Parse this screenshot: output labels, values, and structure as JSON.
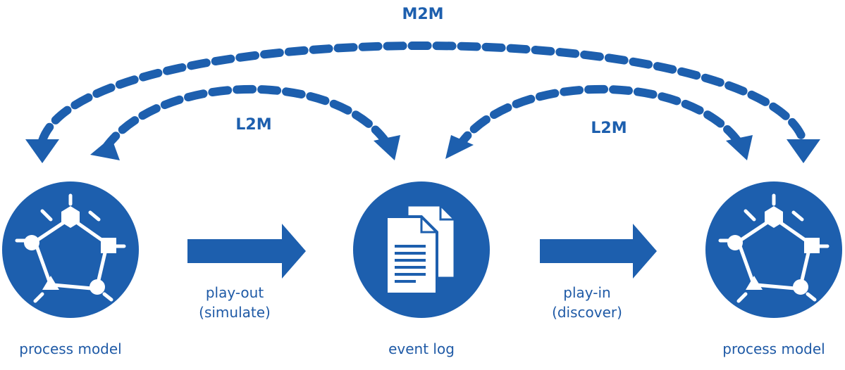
{
  "colors": {
    "primary": "#1d5fae",
    "text": "#1f5aa6",
    "background": "#ffffff"
  },
  "labels": {
    "m2m": "M2M",
    "l2m_left": "L2M",
    "l2m_right": "L2M",
    "play_out": "play-out",
    "play_out_sub": "(simulate)",
    "play_in": "play-in",
    "play_in_sub": "(discover)",
    "left_node": "process model",
    "middle_node": "event log",
    "right_node": "process model"
  },
  "icons": {
    "left": "process-model-icon",
    "middle": "event-log-icon",
    "right": "process-model-icon"
  }
}
